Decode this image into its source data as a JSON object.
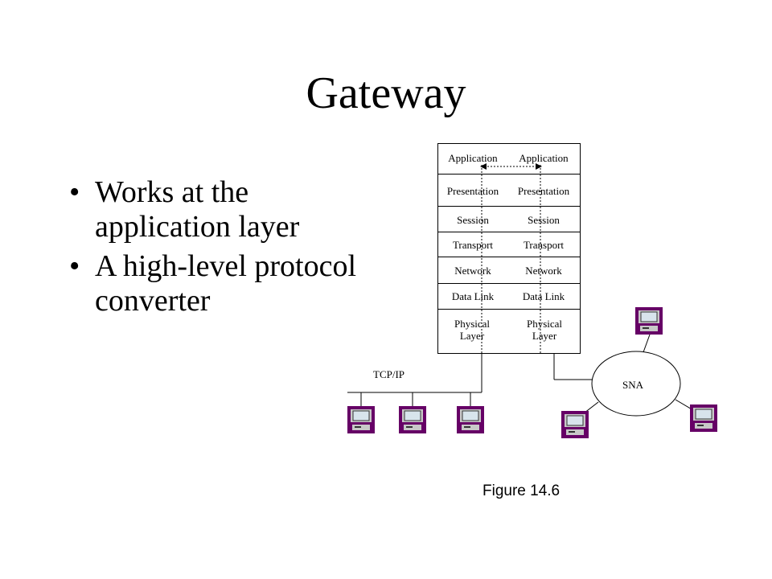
{
  "slide": {
    "title": "Gateway",
    "bullets": [
      {
        "dot": "•",
        "text": "Works at the application layer"
      },
      {
        "dot": "•",
        "text": "A high-level protocol converter"
      }
    ],
    "figure_caption": "Figure 14.6"
  },
  "diagram": {
    "layers_left": [
      "Application",
      "Presentation",
      "Session",
      "Transport",
      "Network",
      "Data Link",
      "Physical Layer"
    ],
    "layers_right": [
      "Application",
      "Presentation",
      "Session",
      "Transport",
      "Network",
      "Data Link",
      "Physical Layer"
    ],
    "left_network": "TCP/IP",
    "right_network": "SNA",
    "colors": {
      "computer_frame": "#660066",
      "computer_screen": "#d8e4ec",
      "computer_body": "#c8c8c8"
    }
  }
}
